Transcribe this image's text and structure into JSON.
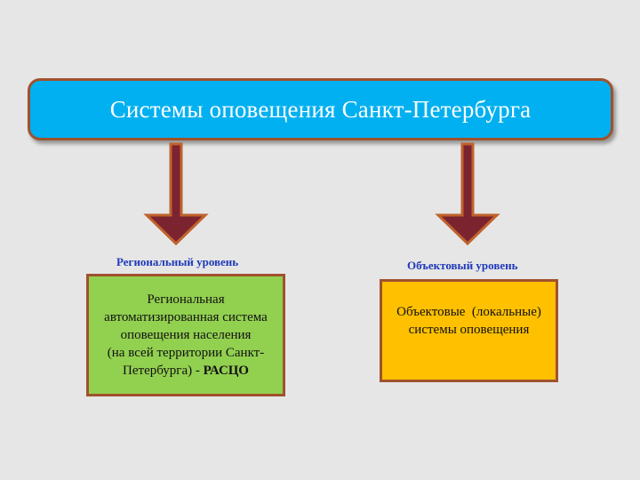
{
  "title": "Системы оповещения Санкт-Петербурга",
  "levels": {
    "regional": {
      "label": "Региональный уровень",
      "box_lines": [
        "Региональная",
        "автоматизированная система",
        "оповещения населения",
        "(на всей территории Санкт-",
        "Петербурга) - "
      ],
      "box_bold": "РАСЦО"
    },
    "object": {
      "label": "Объектовый уровень",
      "box_lines": [
        "Объектовые  (локальные)",
        "системы оповещения"
      ]
    }
  },
  "colors": {
    "title_fill": "#00b0f0",
    "border": "#a0522d",
    "arrow_fill": "#7b2430",
    "regional_fill": "#92d050",
    "object_fill": "#ffc000",
    "label_text": "#1f3ab8"
  }
}
